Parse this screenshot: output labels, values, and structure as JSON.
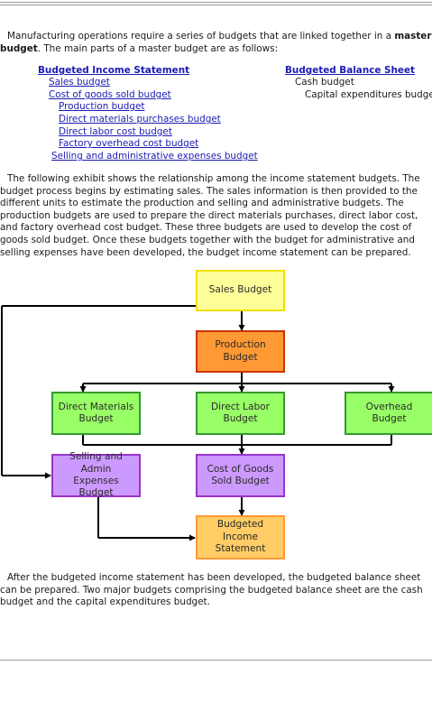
{
  "intro": {
    "text_before": "Manufacturing operations require a series of budgets that are linked together in a ",
    "bold_term": "master budget",
    "text_after": ". The main parts of a master budget are as follows:"
  },
  "income_statement": {
    "heading": "Budgeted Income Statement",
    "items": [
      "Sales budget",
      "Cost of goods sold budget",
      "Production budget",
      "Direct materials purchases budget",
      "Direct labor cost budget",
      "Factory overhead cost budget",
      "Selling and administrative expenses budget"
    ]
  },
  "balance_sheet": {
    "heading": "Budgeted Balance Sheet",
    "items": [
      "Cash budget",
      "Capital expenditures budget"
    ]
  },
  "exhibit_paragraph": "The following exhibit shows the relationship among the income statement budgets. The budget process begins by estimating sales. The sales information is then provided to the different units to estimate the production and selling and administrative budgets. The production budgets are used to prepare the direct materials purchases, direct labor cost, and factory overhead cost budget. These three budgets are used to develop the cost of goods sold budget. Once these budgets together with the budget for administrative and selling expenses have been developed, the budget income statement can be prepared.",
  "diagram": {
    "sales": "Sales Budget",
    "production": [
      "Production",
      "Budget"
    ],
    "materials": [
      "Direct Materials",
      "Budget"
    ],
    "labor": [
      "Direct Labor",
      "Budget"
    ],
    "overhead": [
      "Overhead",
      "Budget"
    ],
    "selling_admin": [
      "Selling and Admin",
      "Expenses",
      "Budget"
    ],
    "cogs": [
      "Cost of Goods",
      "Sold Budget"
    ],
    "income": [
      "Budgeted",
      "Income",
      "Statement"
    ]
  },
  "closing_paragraph": "After the budgeted income statement has been developed, the budgeted balance sheet can be prepared. Two major budgets comprising the budgeted balance sheet are the cash budget and the capital expenditures budget."
}
